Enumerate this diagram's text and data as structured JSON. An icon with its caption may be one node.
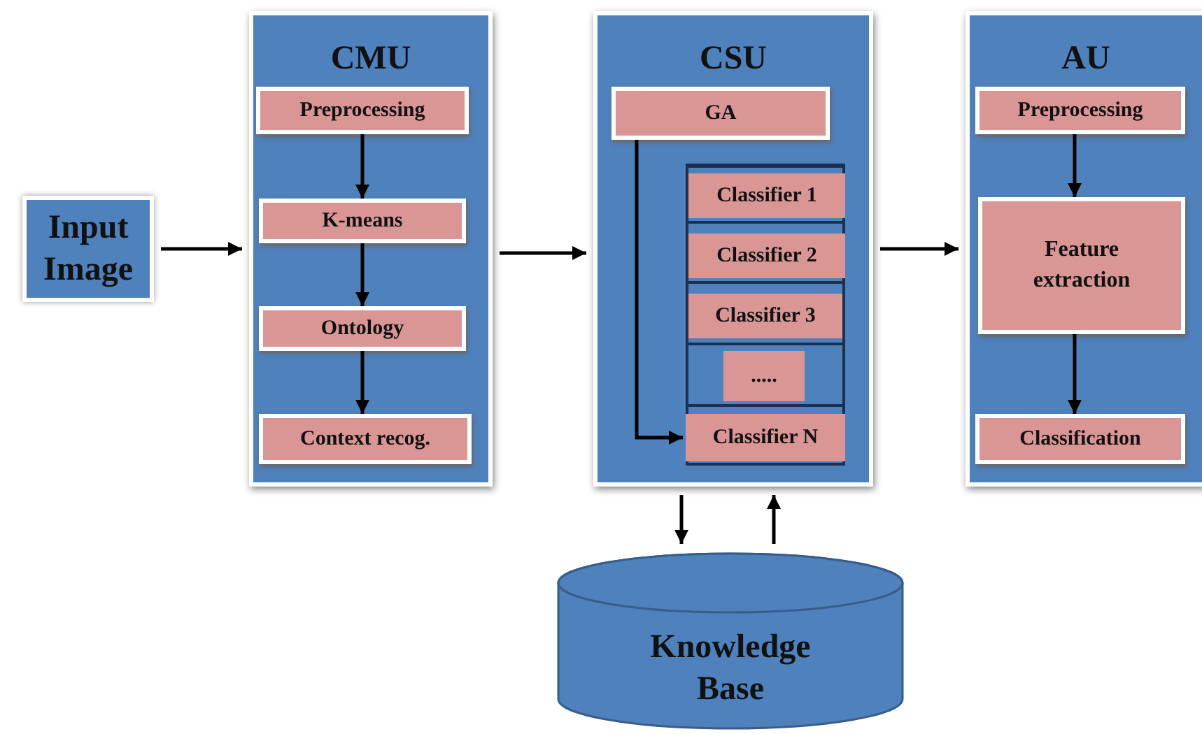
{
  "diagram": {
    "nodes": [
      {
        "text": [
          "Input Image"
        ]
      },
      {
        "text": [
          "CMU"
        ]
      },
      {
        "text": [
          "Preprocessing"
        ],
        "in": 1
      },
      {
        "text": [
          "K-means"
        ],
        "in": 1
      },
      {
        "text": [
          "Ontology"
        ],
        "in": 1
      },
      {
        "text": [
          "Context recog."
        ],
        "in": 1
      },
      {
        "text": [
          "CSU"
        ]
      },
      {
        "text": [
          "GA"
        ],
        "in": 6
      },
      {
        "text": [],
        "shape": "box",
        "in": 6
      },
      {
        "text": [
          "Classifier 1"
        ],
        "in": 8
      },
      {
        "text": [
          "Classifier 2"
        ],
        "in": 8
      },
      {
        "text": [
          "Classifier 3"
        ],
        "in": 8
      },
      {
        "text": [
          "....."
        ],
        "in": 8
      },
      {
        "text": [
          "Classifier N"
        ],
        "in": 8
      },
      {
        "text": [
          "AU"
        ]
      },
      {
        "text": [
          "Preprocessing"
        ],
        "in": 14
      },
      {
        "text": [
          "Feature extraction"
        ],
        "in": 14
      },
      {
        "text": [
          "Classification"
        ],
        "in": 14
      },
      {
        "text": [
          "Knowledge Base"
        ]
      }
    ],
    "edges": [
      {
        "from": 0,
        "to": 1,
        "arrow": "to"
      },
      {
        "from": 2,
        "to": 3,
        "arrow": "to"
      },
      {
        "from": 3,
        "to": 4,
        "arrow": "to"
      },
      {
        "from": 4,
        "to": 5,
        "arrow": "to"
      },
      {
        "from": 1,
        "to": 6,
        "arrow": "to"
      },
      {
        "from": 7,
        "to": 13,
        "arrow": "to"
      },
      {
        "from": 6,
        "to": 14,
        "arrow": "to"
      },
      {
        "from": 6,
        "to": 18,
        "arrow": "to"
      },
      {
        "from": 18,
        "to": 6,
        "arrow": "to"
      },
      {
        "from": 15,
        "to": 16,
        "arrow": "to"
      },
      {
        "from": 16,
        "to": 17,
        "arrow": "to"
      }
    ]
  }
}
